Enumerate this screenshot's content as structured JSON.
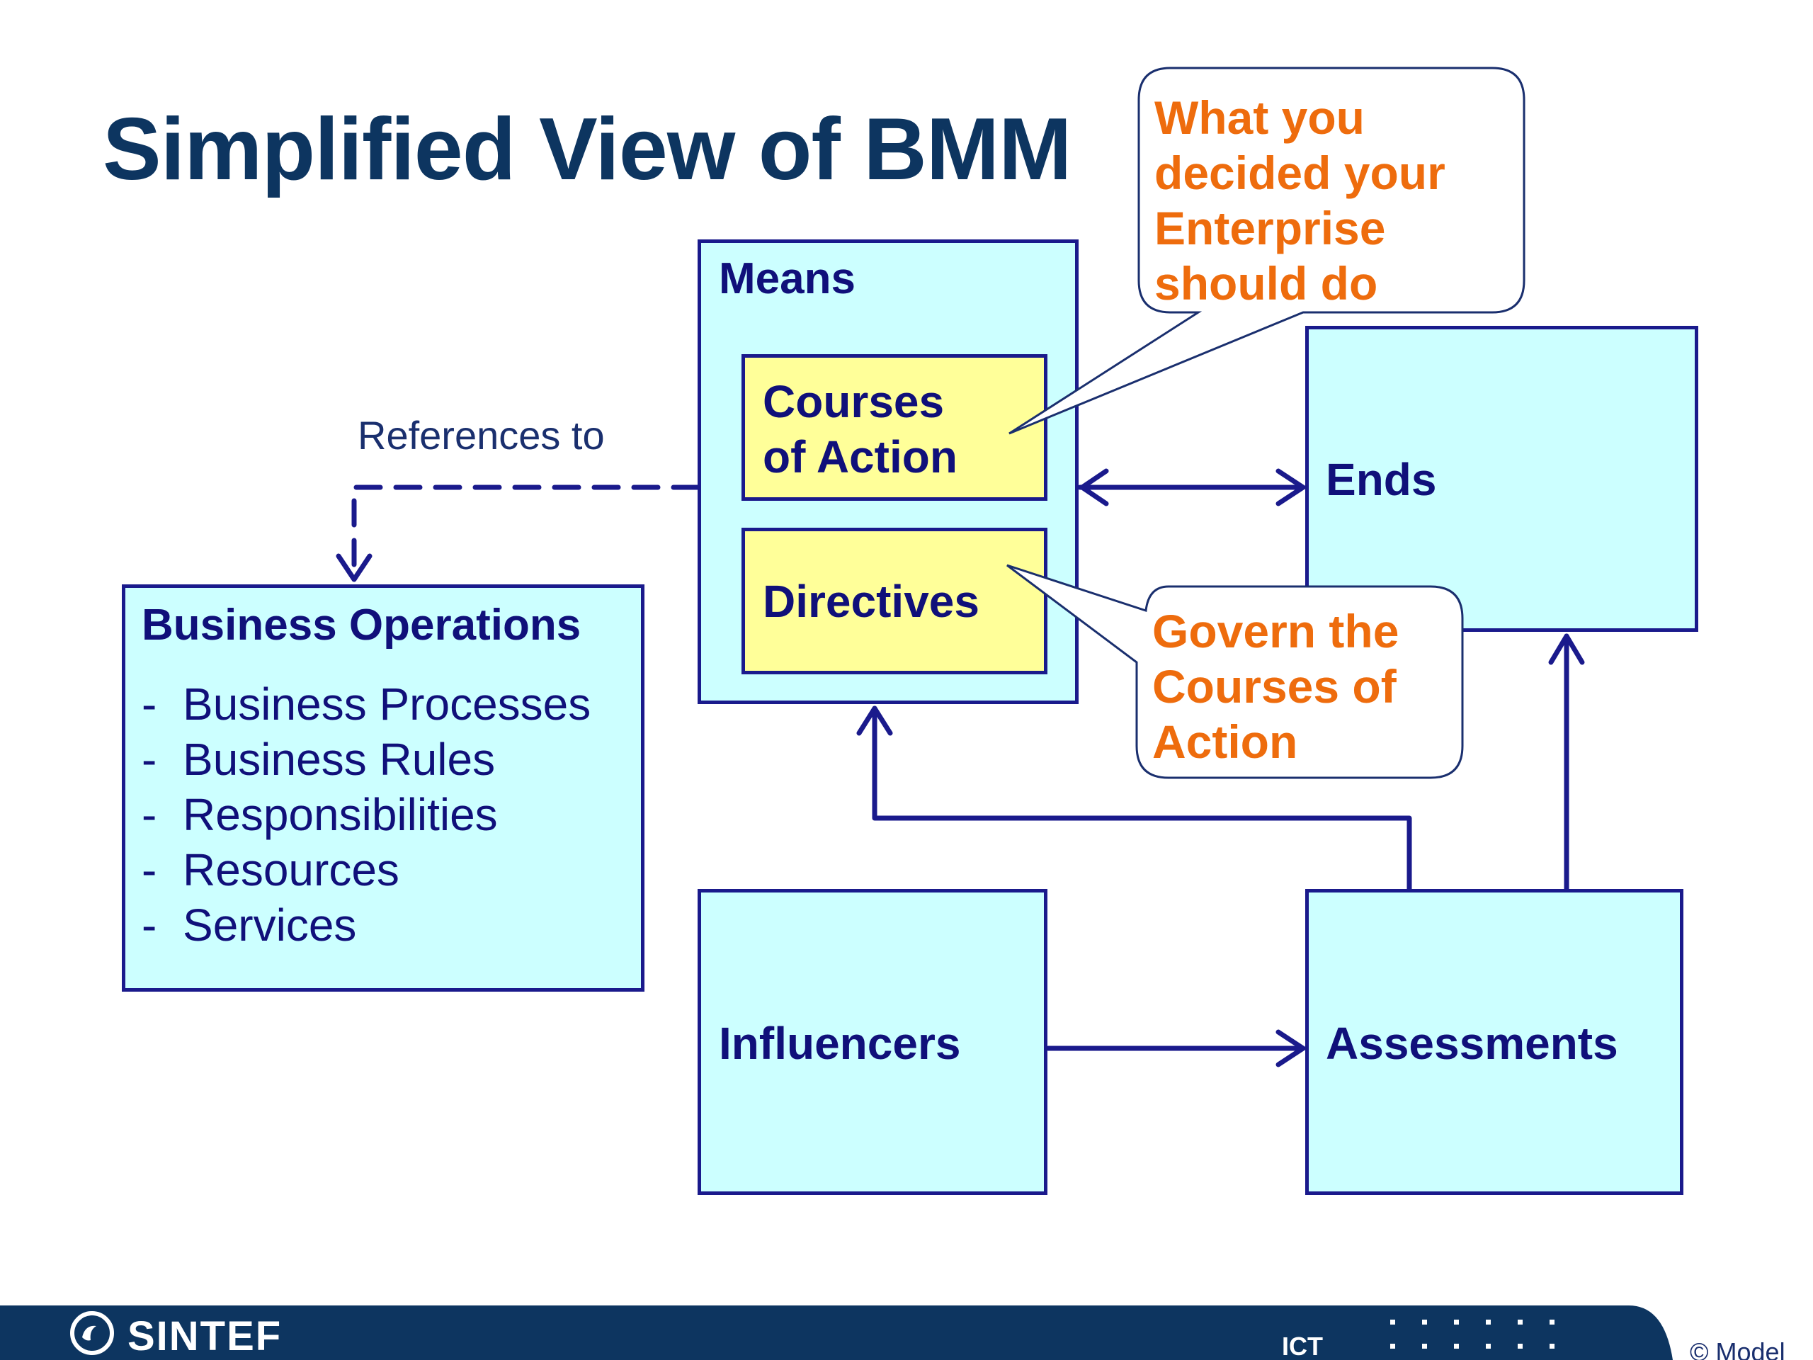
{
  "title": "Simplified View of BMM",
  "means": {
    "label": "Means",
    "courses": "Courses of Action",
    "directives": "Directives"
  },
  "ends": {
    "label": "Ends"
  },
  "influencers": {
    "label": "Influencers"
  },
  "assessments": {
    "label": "Assessments"
  },
  "business_operations": {
    "label": "Business Operations",
    "items": [
      "Business Processes",
      "Business Rules",
      "Responsibilities",
      "Resources",
      "Services"
    ]
  },
  "references_label": "References to",
  "callouts": {
    "courses_note": "What you decided your Enterprise should do",
    "directives_note": "Govern the Courses of Action"
  },
  "footer": {
    "brand": "SINTEF",
    "division": "ICT",
    "copyright": "© Model"
  },
  "colors": {
    "title": "#0d3560",
    "box_fill": "#ccffff",
    "box_border": "#1a1a8c",
    "highlight_fill": "#ffff99",
    "callout_text": "#ee6c0d",
    "footer_bar": "#0d3560"
  }
}
